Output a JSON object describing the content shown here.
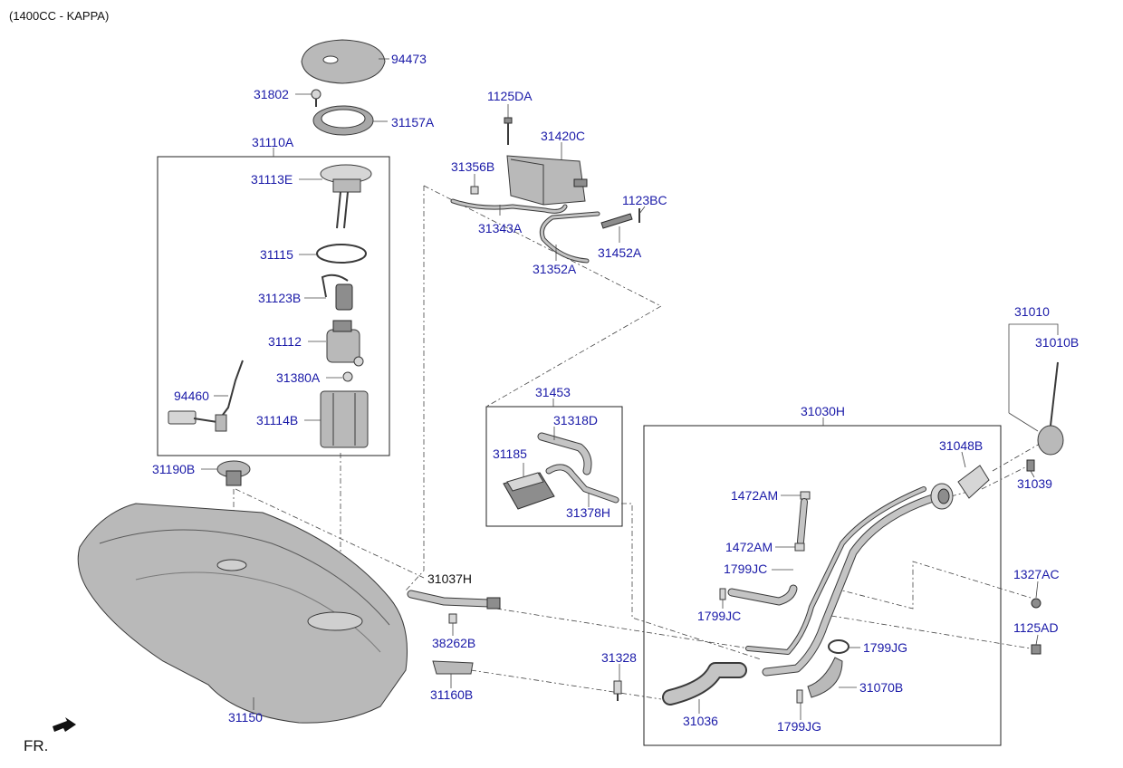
{
  "header": {
    "engine_label": "(1400CC - KAPPA)"
  },
  "direction_label": "FR.",
  "parts": [
    {
      "id": "p94473",
      "label": "94473"
    },
    {
      "id": "p31802",
      "label": "31802"
    },
    {
      "id": "p31157A",
      "label": "31157A"
    },
    {
      "id": "p31110A",
      "label": "31110A"
    },
    {
      "id": "p31113E",
      "label": "31113E"
    },
    {
      "id": "p31115",
      "label": "31115"
    },
    {
      "id": "p31123B",
      "label": "31123B"
    },
    {
      "id": "p31112",
      "label": "31112"
    },
    {
      "id": "p31380A",
      "label": "31380A"
    },
    {
      "id": "p94460",
      "label": "94460"
    },
    {
      "id": "p31114B",
      "label": "31114B"
    },
    {
      "id": "p31190B",
      "label": "31190B"
    },
    {
      "id": "p31150",
      "label": "31150"
    },
    {
      "id": "p1125DA",
      "label": "1125DA"
    },
    {
      "id": "p31420C",
      "label": "31420C"
    },
    {
      "id": "p31356B",
      "label": "31356B"
    },
    {
      "id": "p1123BC",
      "label": "1123BC"
    },
    {
      "id": "p31343A",
      "label": "31343A"
    },
    {
      "id": "p31452A",
      "label": "31452A"
    },
    {
      "id": "p31352A",
      "label": "31352A"
    },
    {
      "id": "p31453",
      "label": "31453"
    },
    {
      "id": "p31318D",
      "label": "31318D"
    },
    {
      "id": "p31185",
      "label": "31185"
    },
    {
      "id": "p31378H",
      "label": "31378H"
    },
    {
      "id": "p31037H",
      "label": "31037H"
    },
    {
      "id": "p38262B",
      "label": "38262B"
    },
    {
      "id": "p31328",
      "label": "31328"
    },
    {
      "id": "p31160B",
      "label": "31160B"
    },
    {
      "id": "p31036",
      "label": "31036"
    },
    {
      "id": "p31030H",
      "label": "31030H"
    },
    {
      "id": "p1472AM_1",
      "label": "1472AM"
    },
    {
      "id": "p1472AM_2",
      "label": "1472AM"
    },
    {
      "id": "p1799JC_1",
      "label": "1799JC"
    },
    {
      "id": "p1799JC_2",
      "label": "1799JC"
    },
    {
      "id": "p1799JG_1",
      "label": "1799JG"
    },
    {
      "id": "p1799JG_2",
      "label": "1799JG"
    },
    {
      "id": "p31070B",
      "label": "31070B"
    },
    {
      "id": "p31048B",
      "label": "31048B"
    },
    {
      "id": "p31010",
      "label": "31010"
    },
    {
      "id": "p31010B",
      "label": "31010B"
    },
    {
      "id": "p31039",
      "label": "31039"
    },
    {
      "id": "p1327AC",
      "label": "1327AC"
    },
    {
      "id": "p1125AD",
      "label": "1125AD"
    }
  ]
}
